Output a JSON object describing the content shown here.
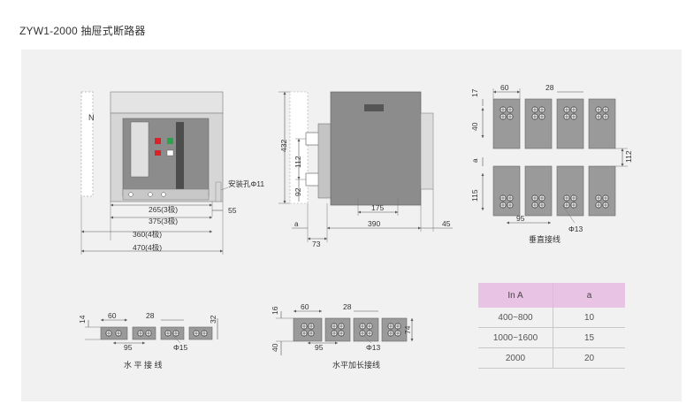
{
  "page": {
    "title": "ZYW1-2000 抽屉式断路器"
  },
  "front_view": {
    "label_n": "N",
    "mount_hole": "安装孔Φ11",
    "dims": [
      "265(3极)",
      "375(3极)",
      "55",
      "360(4极)",
      "470(4极)"
    ]
  },
  "side_view": {
    "dims": [
      "432",
      "112",
      "92",
      "175",
      "390",
      "45",
      "a",
      "73"
    ]
  },
  "vertical_wiring": {
    "dims": [
      "60",
      "28",
      "17",
      "40",
      "a",
      "112",
      "115",
      "95",
      "Φ13"
    ],
    "label": "垂直接线"
  },
  "horizontal_wiring": {
    "dims": [
      "14",
      "60",
      "28",
      "32",
      "95",
      "Φ15"
    ],
    "label": "水 平 接 线"
  },
  "horizontal_ext_wiring": {
    "dims": [
      "16",
      "60",
      "28",
      "74",
      "40",
      "95",
      "Φ13"
    ],
    "label": "水平加长接线"
  },
  "chart_data": {
    "type": "table",
    "columns": [
      "In A",
      "a"
    ],
    "rows": [
      {
        "in_a": "400~800",
        "a": "10"
      },
      {
        "in_a": "1000~1600",
        "a": "15"
      },
      {
        "in_a": "2000",
        "a": "20"
      }
    ]
  },
  "colors": {
    "table_header": "#e8c3e4",
    "panel": "#f1f1f1",
    "body_gray": "#8c8c8c",
    "red": "#d8232a",
    "green": "#2aa34a"
  }
}
